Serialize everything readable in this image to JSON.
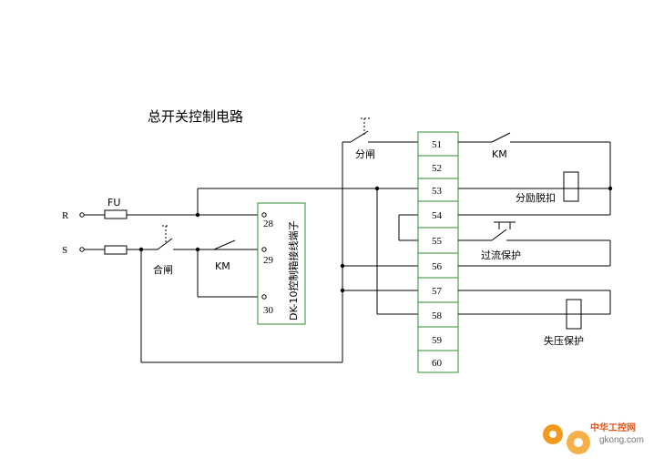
{
  "title": "总开关控制电路",
  "labels": {
    "r": "R",
    "s": "S",
    "fu": "FU",
    "close": "合闸",
    "km_left": "KM",
    "open": "分闸",
    "km_right": "KM",
    "shunt_trip": "分励脱扣",
    "overcurrent": "过流保护",
    "undervoltage": "失压保护"
  },
  "dk_block": {
    "name": "DK-10控制箱接线端子",
    "terminals": [
      "28",
      "29",
      "30"
    ]
  },
  "terminal_strip": [
    "51",
    "52",
    "53",
    "54",
    "55",
    "56",
    "57",
    "58",
    "59",
    "60"
  ],
  "watermark": {
    "brand": "中华工控网",
    "url": "gkong.com"
  },
  "colors": {
    "terminal_border": "#2e8b2e",
    "watermark_orange": "#f39a1e"
  }
}
